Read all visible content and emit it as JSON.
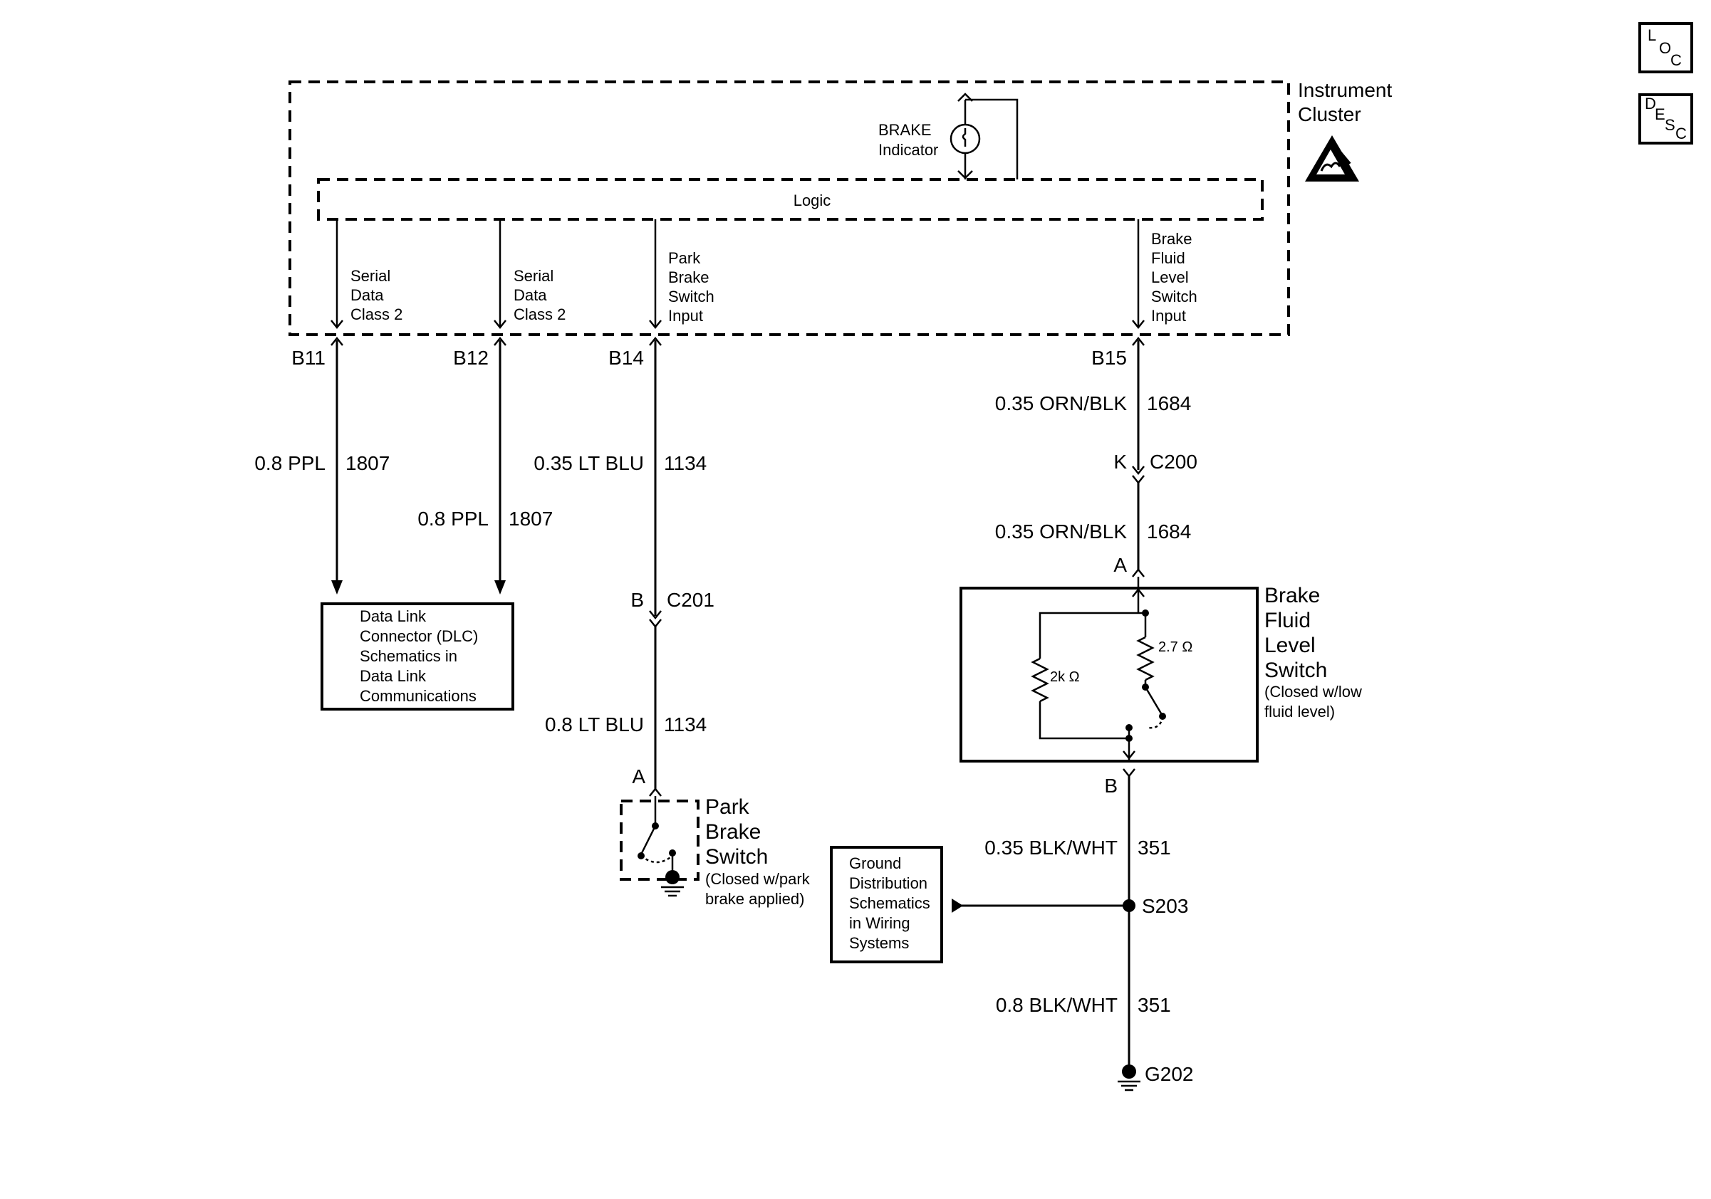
{
  "cluster": {
    "title_lines": [
      "Instrument",
      "Cluster"
    ],
    "indicator_lines": [
      "BRAKE",
      "Indicator"
    ],
    "logic_label": "Logic",
    "esd_icon": "esd-warning-icon"
  },
  "side_buttons": {
    "loc": [
      "L",
      "O",
      "C"
    ],
    "desc": [
      "D",
      "E",
      "S",
      "C"
    ]
  },
  "circuits": {
    "b11": {
      "desc_lines": [
        "Serial",
        "Data",
        "Class 2"
      ],
      "pin": "B11",
      "wire": "0.8 PPL",
      "circuit": "1807"
    },
    "b12": {
      "desc_lines": [
        "Serial",
        "Data",
        "Class 2"
      ],
      "pin": "B12",
      "wire": "0.8 PPL",
      "circuit": "1807"
    },
    "b14": {
      "desc_lines": [
        "Park",
        "Brake",
        "Switch",
        "Input"
      ],
      "pin": "B14",
      "wire_upper": "0.35 LT BLU",
      "circuit_upper": "1134",
      "connector_pin": "B",
      "connector": "C201",
      "wire_lower": "0.8 LT BLU",
      "circuit_lower": "1134",
      "switch_pin": "A"
    },
    "b15": {
      "desc_lines": [
        "Brake",
        "Fluid",
        "Level",
        "Switch",
        "Input"
      ],
      "pin": "B15",
      "wire_upper": "0.35 ORN/BLK",
      "circuit_upper": "1684",
      "connector_pin": "K",
      "connector": "C200",
      "wire_lower": "0.35 ORN/BLK",
      "circuit_lower": "1684",
      "switch_pin_top": "A",
      "switch_pin_bottom": "B"
    },
    "ground": {
      "wire_upper": "0.35 BLK/WHT",
      "circuit_upper": "351",
      "splice": "S203",
      "wire_lower": "0.8 BLK/WHT",
      "circuit_lower": "351",
      "ground": "G202"
    }
  },
  "dlc_box_lines": [
    "Data Link",
    "Connector (DLC)",
    "Schematics in",
    "Data Link",
    "Communications"
  ],
  "ground_box_lines": [
    "Ground",
    "Distribution",
    "Schematics",
    "in Wiring",
    "Systems"
  ],
  "park_switch": {
    "title_lines": [
      "Park",
      "Brake",
      "Switch"
    ],
    "note_lines": [
      "(Closed w/park",
      "brake applied)"
    ]
  },
  "fluid_switch": {
    "title_lines": [
      "Brake",
      "Fluid",
      "Level",
      "Switch"
    ],
    "note_lines": [
      "(Closed w/low",
      "fluid level)"
    ],
    "resistor_a": "2k Ω",
    "resistor_b": "2.7 Ω"
  }
}
